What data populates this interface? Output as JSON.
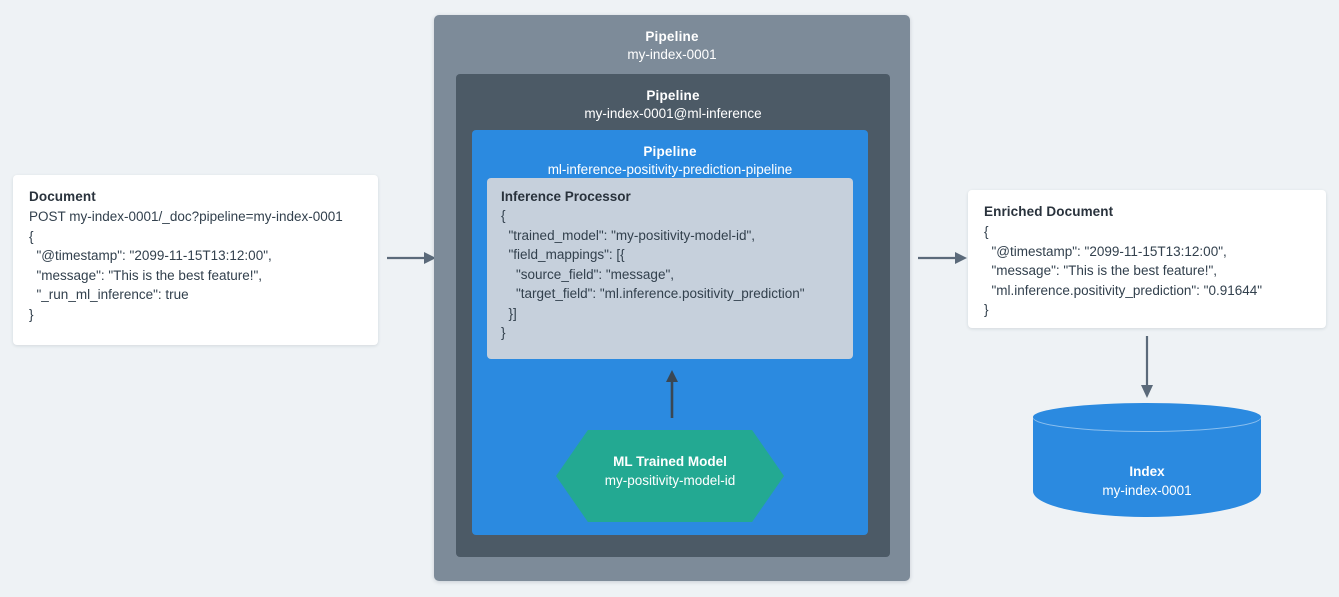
{
  "diagram": {
    "title": "Elasticsearch ML inference ingest pipeline flow",
    "background_color": "#eef2f5",
    "accent_blue": "#2b8ae0",
    "accent_green": "#23a992",
    "gray_outer": "#7d8b99",
    "gray_mid": "#4c5a66",
    "gray_proc": "#c6d0dc",
    "arrow_color": "#5b6a7a"
  },
  "document": {
    "title": "Document",
    "lines": [
      "POST my-index-0001/_doc?pipeline=my-index-0001",
      "{",
      "  \"@timestamp\": \"2099-11-15T13:12:00\",",
      "  \"message\": \"This is the best feature!\",",
      "  \"_run_ml_inference\": true",
      "}"
    ]
  },
  "pipelines": {
    "outer": {
      "kind": "Pipeline",
      "name": "my-index-0001"
    },
    "middle": {
      "kind": "Pipeline",
      "name": "my-index-0001@ml-inference"
    },
    "inner": {
      "kind": "Pipeline",
      "name": "ml-inference-positivity-prediction-pipeline"
    }
  },
  "processor": {
    "title": "Inference Processor",
    "lines": [
      "{",
      "  \"trained_model\": \"my-positivity-model-id\",",
      "  \"field_mappings\": [{",
      "    \"source_field\": \"message\",",
      "    \"target_field\": \"ml.inference.positivity_prediction\"",
      "  }]",
      "}"
    ]
  },
  "trained_model": {
    "kind": "ML Trained Model",
    "name": "my-positivity-model-id"
  },
  "enriched_document": {
    "title": "Enriched Document",
    "lines": [
      "{",
      "  \"@timestamp\": \"2099-11-15T13:12:00\",",
      "  \"message\": \"This is the best feature!\",",
      "  \"ml.inference.positivity_prediction\": \"0.91644\"",
      "}"
    ]
  },
  "index": {
    "kind": "Index",
    "name": "my-index-0001"
  },
  "arrows": [
    {
      "name": "document-to-pipeline",
      "direction": "right"
    },
    {
      "name": "pipeline-to-enriched-document",
      "direction": "right"
    },
    {
      "name": "trained-model-to-processor",
      "direction": "up"
    },
    {
      "name": "enriched-document-to-index",
      "direction": "down"
    }
  ]
}
